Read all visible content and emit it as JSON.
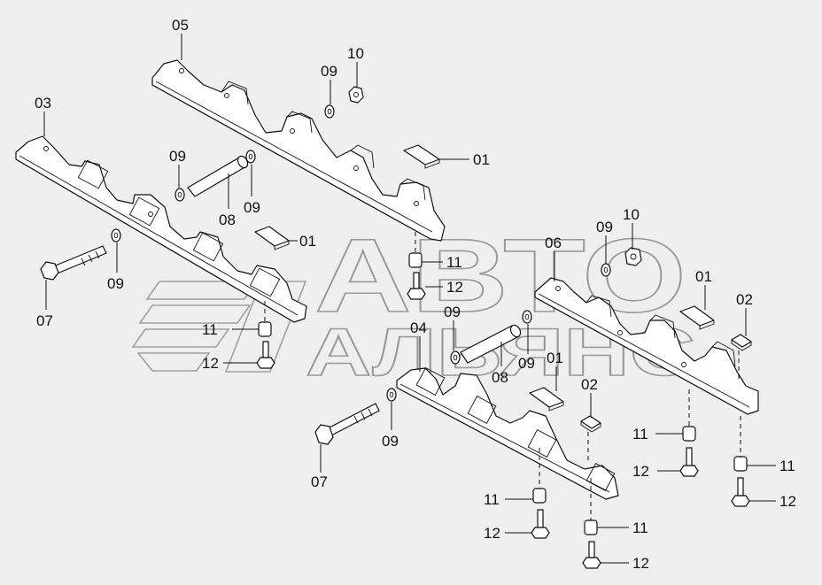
{
  "watermark": {
    "line1": "АВТО",
    "line2": "АЛЬЯНС"
  },
  "callouts": [
    {
      "id": "c-05",
      "text": "05"
    },
    {
      "id": "c-10a",
      "text": "10"
    },
    {
      "id": "c-09a",
      "text": "09"
    },
    {
      "id": "c-03",
      "text": "03"
    },
    {
      "id": "c-09b",
      "text": "09"
    },
    {
      "id": "c-01a",
      "text": "01"
    },
    {
      "id": "c-09c",
      "text": "09"
    },
    {
      "id": "c-08a",
      "text": "08"
    },
    {
      "id": "c-01b",
      "text": "01"
    },
    {
      "id": "c-09d",
      "text": "09"
    },
    {
      "id": "c-07a",
      "text": "07"
    },
    {
      "id": "c-11a",
      "text": "11"
    },
    {
      "id": "c-12a",
      "text": "12"
    },
    {
      "id": "c-11b",
      "text": "11"
    },
    {
      "id": "c-12b",
      "text": "12"
    },
    {
      "id": "c-10b",
      "text": "10"
    },
    {
      "id": "c-09e",
      "text": "09"
    },
    {
      "id": "c-06",
      "text": "06"
    },
    {
      "id": "c-01c",
      "text": "01"
    },
    {
      "id": "c-02a",
      "text": "02"
    },
    {
      "id": "c-09f",
      "text": "09"
    },
    {
      "id": "c-04",
      "text": "04"
    },
    {
      "id": "c-09g",
      "text": "09"
    },
    {
      "id": "c-08b",
      "text": "08"
    },
    {
      "id": "c-01d",
      "text": "01"
    },
    {
      "id": "c-02b",
      "text": "02"
    },
    {
      "id": "c-09h",
      "text": "09"
    },
    {
      "id": "c-07b",
      "text": "07"
    },
    {
      "id": "c-11c",
      "text": "11"
    },
    {
      "id": "c-12c",
      "text": "12"
    },
    {
      "id": "c-11d",
      "text": "11"
    },
    {
      "id": "c-12d",
      "text": "12"
    },
    {
      "id": "c-11e",
      "text": "11"
    },
    {
      "id": "c-12e",
      "text": "12"
    },
    {
      "id": "c-11f",
      "text": "11"
    },
    {
      "id": "c-12f",
      "text": "12"
    }
  ]
}
